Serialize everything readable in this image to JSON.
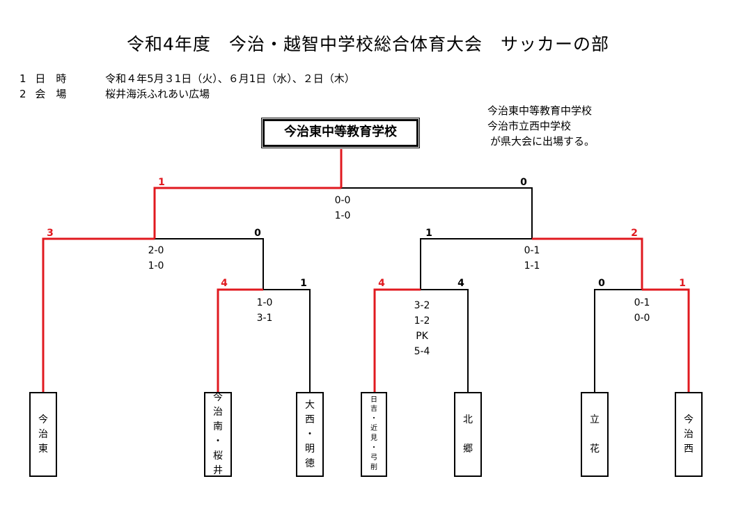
{
  "title": "令和4年度　今治・越智中学校総合体育大会　サッカーの部",
  "info": [
    {
      "num": "1",
      "label": "日　時",
      "value": "令和４年5月３1日（火）、６月1日（水）、２日（木）"
    },
    {
      "num": "2",
      "label": "会　場",
      "value": "桜井海浜ふれあい広場"
    }
  ],
  "note": [
    "今治東中等教育中学校",
    "今治市立西中学校",
    "が県大会に出場する。"
  ],
  "champion": "今治東中等教育学校",
  "teams": [
    {
      "id": "imabari-higashi",
      "chars": [
        "今",
        "治",
        "東"
      ]
    },
    {
      "id": "imabari-minami-sakurai",
      "chars": [
        "今",
        "治",
        "南",
        "・",
        "桜",
        "井"
      ]
    },
    {
      "id": "onishi-meitoku",
      "chars": [
        "大",
        "西",
        "・",
        "明",
        "徳"
      ]
    },
    {
      "id": "hiyoshi-chikami-yuge",
      "chars": [
        "日",
        "吉",
        "・",
        "近",
        "見",
        "・",
        "弓",
        "削"
      ]
    },
    {
      "id": "hokugo",
      "chars": [
        "北",
        "",
        "郷"
      ]
    },
    {
      "id": "tachibana",
      "chars": [
        "立",
        "",
        "花"
      ]
    },
    {
      "id": "imabari-nishi",
      "chars": [
        "今",
        "治",
        "西"
      ]
    }
  ],
  "matches": {
    "r1_a": {
      "left_score": "4",
      "right_score": "1",
      "results": [
        "1-0",
        "3-1"
      ]
    },
    "r1_b": {
      "left_score": "4",
      "right_score": "4",
      "results": [
        "3-2",
        "1-2",
        "PK",
        "5-4"
      ]
    },
    "r1_c": {
      "left_score": "0",
      "right_score": "1",
      "results": [
        "0-1",
        "0-0"
      ]
    },
    "sf_a": {
      "left_score": "3",
      "right_score": "0",
      "results": [
        "2-0",
        "1-0"
      ]
    },
    "sf_b": {
      "left_score": "1",
      "right_score": "2",
      "results": [
        "0-1",
        "1-1"
      ]
    },
    "final": {
      "left_score": "1",
      "right_score": "0",
      "results": [
        "0-0",
        "1-0"
      ]
    }
  },
  "colors": {
    "winner_line": "#e0191f",
    "line": "#000000"
  }
}
